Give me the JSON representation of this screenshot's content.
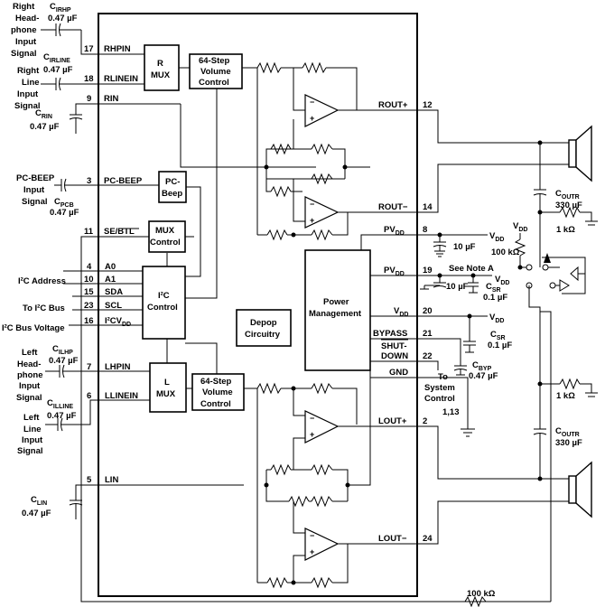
{
  "inputs_left": {
    "right_headphone": {
      "name": "Right Head-phone Input Signal",
      "line1": "Right",
      "line2": "Head-",
      "line3": "phone",
      "line4": "Input",
      "line5": "Signal",
      "cap": "C",
      "cap_sub": "IRHP",
      "cap_val": "0.47 µF"
    },
    "right_line": {
      "line1": "Right",
      "line2": "Line",
      "line3": "Input",
      "line4": "Signal",
      "cap": "C",
      "cap_sub": "IRLINE",
      "cap_val": "0.47 µF"
    },
    "c_rin": {
      "cap": "C",
      "cap_sub": "RIN",
      "cap_val": "0.47 µF"
    },
    "pc_beep": {
      "line1": "PC-BEEP",
      "line2": "Input",
      "line3": "Signal",
      "cap": "C",
      "cap_sub": "PCB",
      "cap_val": "0.47 µF"
    },
    "i2c_address": "I²C Address",
    "to_i2c_bus": "To I²C Bus",
    "i2c_bus_voltage": "I²C Bus Voltage",
    "left_headphone": {
      "line1": "Left",
      "line2": "Head-",
      "line3": "phone",
      "line4": "Input",
      "line5": "Signal",
      "cap": "C",
      "cap_sub": "ILHP",
      "cap_val": "0.47 µF"
    },
    "left_line": {
      "line1": "Left",
      "line2": "Line",
      "line3": "Input",
      "line4": "Signal",
      "cap": "C",
      "cap_sub": "ILLINE",
      "cap_val": "0.47 µF"
    },
    "c_lin": {
      "cap": "C",
      "cap_sub": "LIN",
      "cap_val": "0.47 µF"
    }
  },
  "pins_left": [
    {
      "num": "17",
      "name": "RHPIN"
    },
    {
      "num": "18",
      "name": "RLINEIN"
    },
    {
      "num": "9",
      "name": "RIN"
    },
    {
      "num": "3",
      "name": "PC-BEEP"
    },
    {
      "num": "11",
      "name": "SE/BTL"
    },
    {
      "num": "4",
      "name": "A0"
    },
    {
      "num": "10",
      "name": "A1"
    },
    {
      "num": "15",
      "name": "SDA"
    },
    {
      "num": "23",
      "name": "SCL"
    },
    {
      "num": "16",
      "name": "I²CV",
      "sub": "DD"
    },
    {
      "num": "7",
      "name": "LHPIN"
    },
    {
      "num": "6",
      "name": "LLINEIN"
    },
    {
      "num": "5",
      "name": "LIN"
    }
  ],
  "pins_right": [
    {
      "num": "12",
      "name": "ROUT+"
    },
    {
      "num": "14",
      "name": "ROUT−"
    },
    {
      "num": "8",
      "name": "PV",
      "sub": "DD"
    },
    {
      "num": "19",
      "name": "PV",
      "sub": "DD"
    },
    {
      "num": "20",
      "name": "V",
      "sub": "DD"
    },
    {
      "num": "21",
      "name": "BYPASS"
    },
    {
      "num": "22",
      "name": "SHUT-",
      "name2": "DOWN"
    },
    {
      "num": "1,13",
      "name": "GND"
    },
    {
      "num": "2",
      "name": "LOUT+"
    },
    {
      "num": "24",
      "name": "LOUT−"
    }
  ],
  "blocks": {
    "r_mux": {
      "line1": "R",
      "line2": "MUX"
    },
    "vol_r": {
      "line1": "64-Step",
      "line2": "Volume",
      "line3": "Control"
    },
    "pc_beep_blk": {
      "line1": "PC-",
      "line2": "Beep"
    },
    "mux_control": {
      "line1": "MUX",
      "line2": "Control"
    },
    "i2c_control": {
      "line1": "I²C",
      "line2": "Control"
    },
    "depop": {
      "line1": "Depop",
      "line2": "Circuitry"
    },
    "power_mgmt": {
      "line1": "Power",
      "line2": "Management"
    },
    "l_mux": {
      "line1": "L",
      "line2": "MUX"
    },
    "vol_l": {
      "line1": "64-Step",
      "line2": "Volume",
      "line3": "Control"
    }
  },
  "right_side": {
    "vdd": "V",
    "vdd_sub": "DD",
    "c_pv1": "10 µF",
    "note_a": "See Note A",
    "c_pv2": "10 µF",
    "c_sr1": "C",
    "c_sr1_sub": "SR",
    "c_sr1_val": "0.1 µF",
    "c_sr2": "C",
    "c_sr2_sub": "SR",
    "c_sr2_val": "0.1 µF",
    "c_byp": "C",
    "c_byp_sub": "BYP",
    "c_byp_val": "0.47 µF",
    "to_system_control": {
      "line1": "To",
      "line2": "System",
      "line3": "Control"
    },
    "r_100k_top": "100 kΩ",
    "r_1k_top": "1 kΩ",
    "c_outr_top": "C",
    "c_outr_top_sub": "OUTR",
    "c_outr_top_val": "330 µF",
    "r_1k_bot": "1 kΩ",
    "c_outr_bot": "C",
    "c_outr_bot_sub": "OUTR",
    "c_outr_bot_val": "330 µF",
    "r_100k_bot": "100 kΩ"
  },
  "colors": {
    "line": "#000000",
    "background": "#ffffff"
  }
}
